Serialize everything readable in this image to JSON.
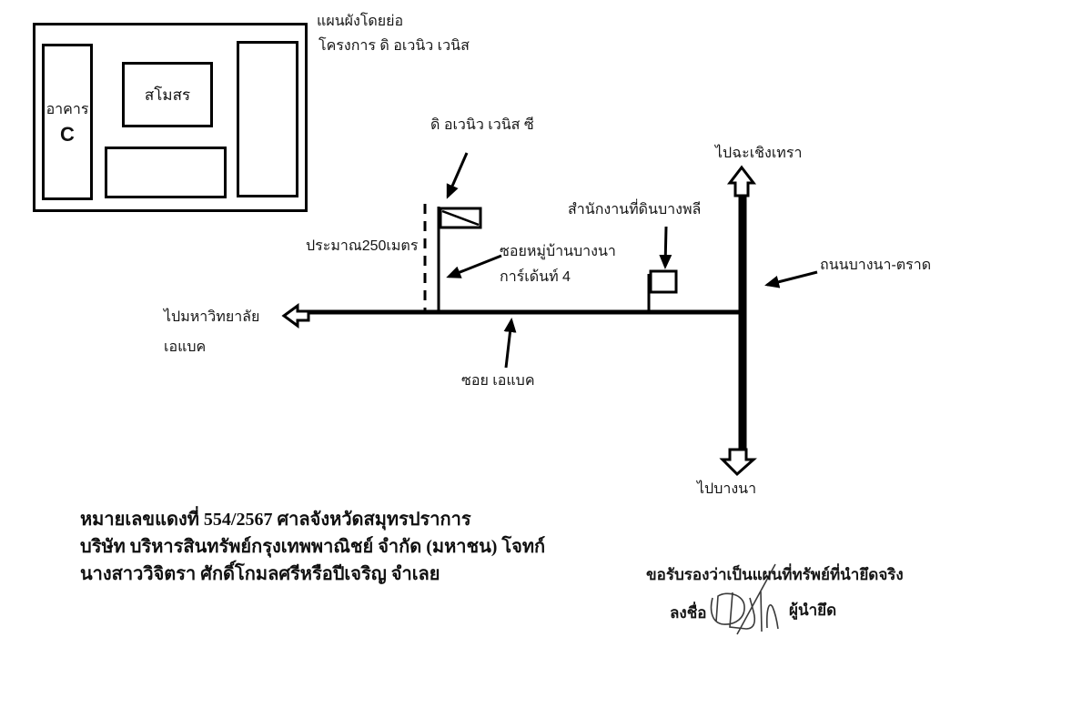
{
  "inset": {
    "title_line1": "แผนผังโดยย่อ",
    "title_line2": "โครงการ ดิ อเวนิว เวนิส",
    "building_label": "อาคาร",
    "building_letter": "C",
    "club_label": "สโมสร"
  },
  "map": {
    "project_unit_label": "ดิ อเวนิว เวนิส ซี",
    "distance_label": "ประมาณ250เมตร",
    "soi_village_line1": "ซอยหมู่บ้านบางนา",
    "soi_village_line2": "การ์เด้นท์ 4",
    "land_office_label": "สำนักงานที่ดินบางพลี",
    "to_chachoengsao_label": "ไปฉะเชิงเทรา",
    "road_label": "ถนนบางนา-ตราด",
    "to_university_line1": "ไปมหาวิทยาลัย",
    "to_university_line2": "เอแบค",
    "soi_abac_label": "ซอย เอแบค",
    "to_bangna_label": "ไปบางนา"
  },
  "footer": {
    "case_line1": "หมายเลขแดงที่ 554/2567 ศาลจังหวัดสมุทรปราการ",
    "case_line2": "บริษัท บริหารสินทรัพย์กรุงเทพพาณิชย์ จำกัด (มหาชน) โจทก์",
    "case_line3": "นางสาววิจิตรา ศักดิ์โกมลศรีหรือปีเจริญ จำเลย",
    "certification_line": "ขอรับรองว่าเป็นแผนที่ทรัพย์ที่นำยึดจริง",
    "sign_label": "ลงชื่อ",
    "signer_role_label": "ผู้นำยึด"
  },
  "colors": {
    "background": "#ffffff",
    "ink": "#151515",
    "line": "#000000"
  }
}
